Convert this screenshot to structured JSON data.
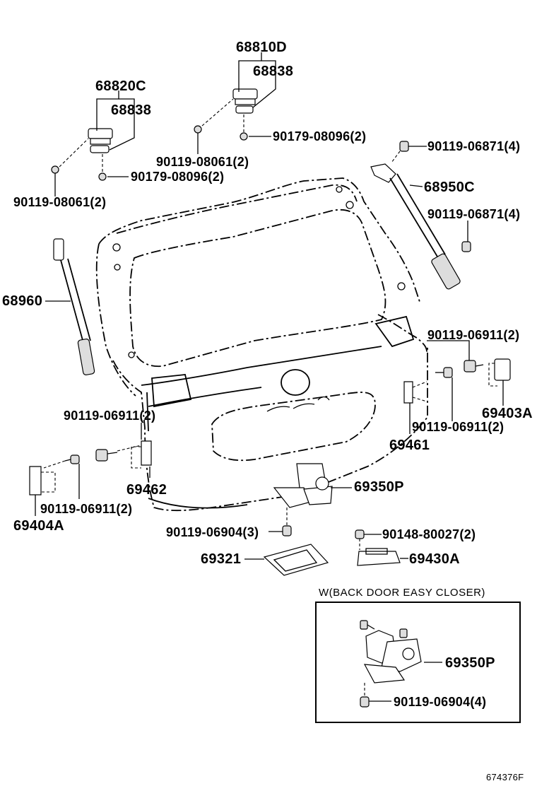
{
  "labels": {
    "p68810D": "68810D",
    "p68838_right": "68838",
    "p68820C": "68820C",
    "p68838_left": "68838",
    "p90179_right": "90179-08096(2)",
    "p90119_08061_right": "90119-08061(2)",
    "p90179_left": "90179-08096(2)",
    "p90119_08061_left": "90119-08061(2)",
    "p90119_06871_top": "90119-06871(4)",
    "p68950C": "68950C",
    "p90119_06871_mid": "90119-06871(4)",
    "p68960": "68960",
    "p90119_06911_right_top": "90119-06911(2)",
    "p69403A": "69403A",
    "p90119_06911_right_bottom": "90119-06911(2)",
    "p69461": "69461",
    "p90119_06911_left_top": "90119-06911(2)",
    "p69462": "69462",
    "p90119_06911_left_bottom": "90119-06911(2)",
    "p69404A": "69404A",
    "p69350P": "69350P",
    "p90119_06904_3": "90119-06904(3)",
    "p90148": "90148-80027(2)",
    "p69321": "69321",
    "p69430A": "69430A",
    "p69350P_inset": "69350P",
    "p90119_06904_4": "90119-06904(4)"
  },
  "inset": {
    "title": "W(BACK DOOR EASY CLOSER)"
  },
  "drawing_code": "674376F"
}
